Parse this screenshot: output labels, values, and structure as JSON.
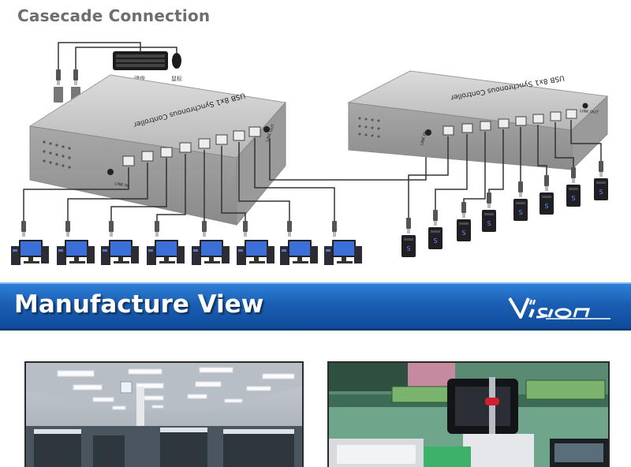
{
  "section_title": "Casecade Connection",
  "banner": {
    "title": "Manufacture View",
    "logo_text": "VISION"
  },
  "device_left": {
    "label": "USB 8x1 Synchronous Controller",
    "port_in_label": "LINK IN",
    "port_out_label": "LINK OUT"
  },
  "device_right": {
    "label": "USB 8x1 Synchronous Controller",
    "port_in_label": "LINK IN",
    "port_out_label": "LINK OUT"
  },
  "peripherals": {
    "keyboard_label": "键盘",
    "mouse_label": "鼠标"
  },
  "photos": {
    "left": "factory-floor-photo",
    "right": "assembly-station-photo"
  },
  "colors": {
    "banner_blue": "#1a5fb4",
    "device_gray": "#a9a9a9",
    "title_gray": "#6e6e6e"
  }
}
